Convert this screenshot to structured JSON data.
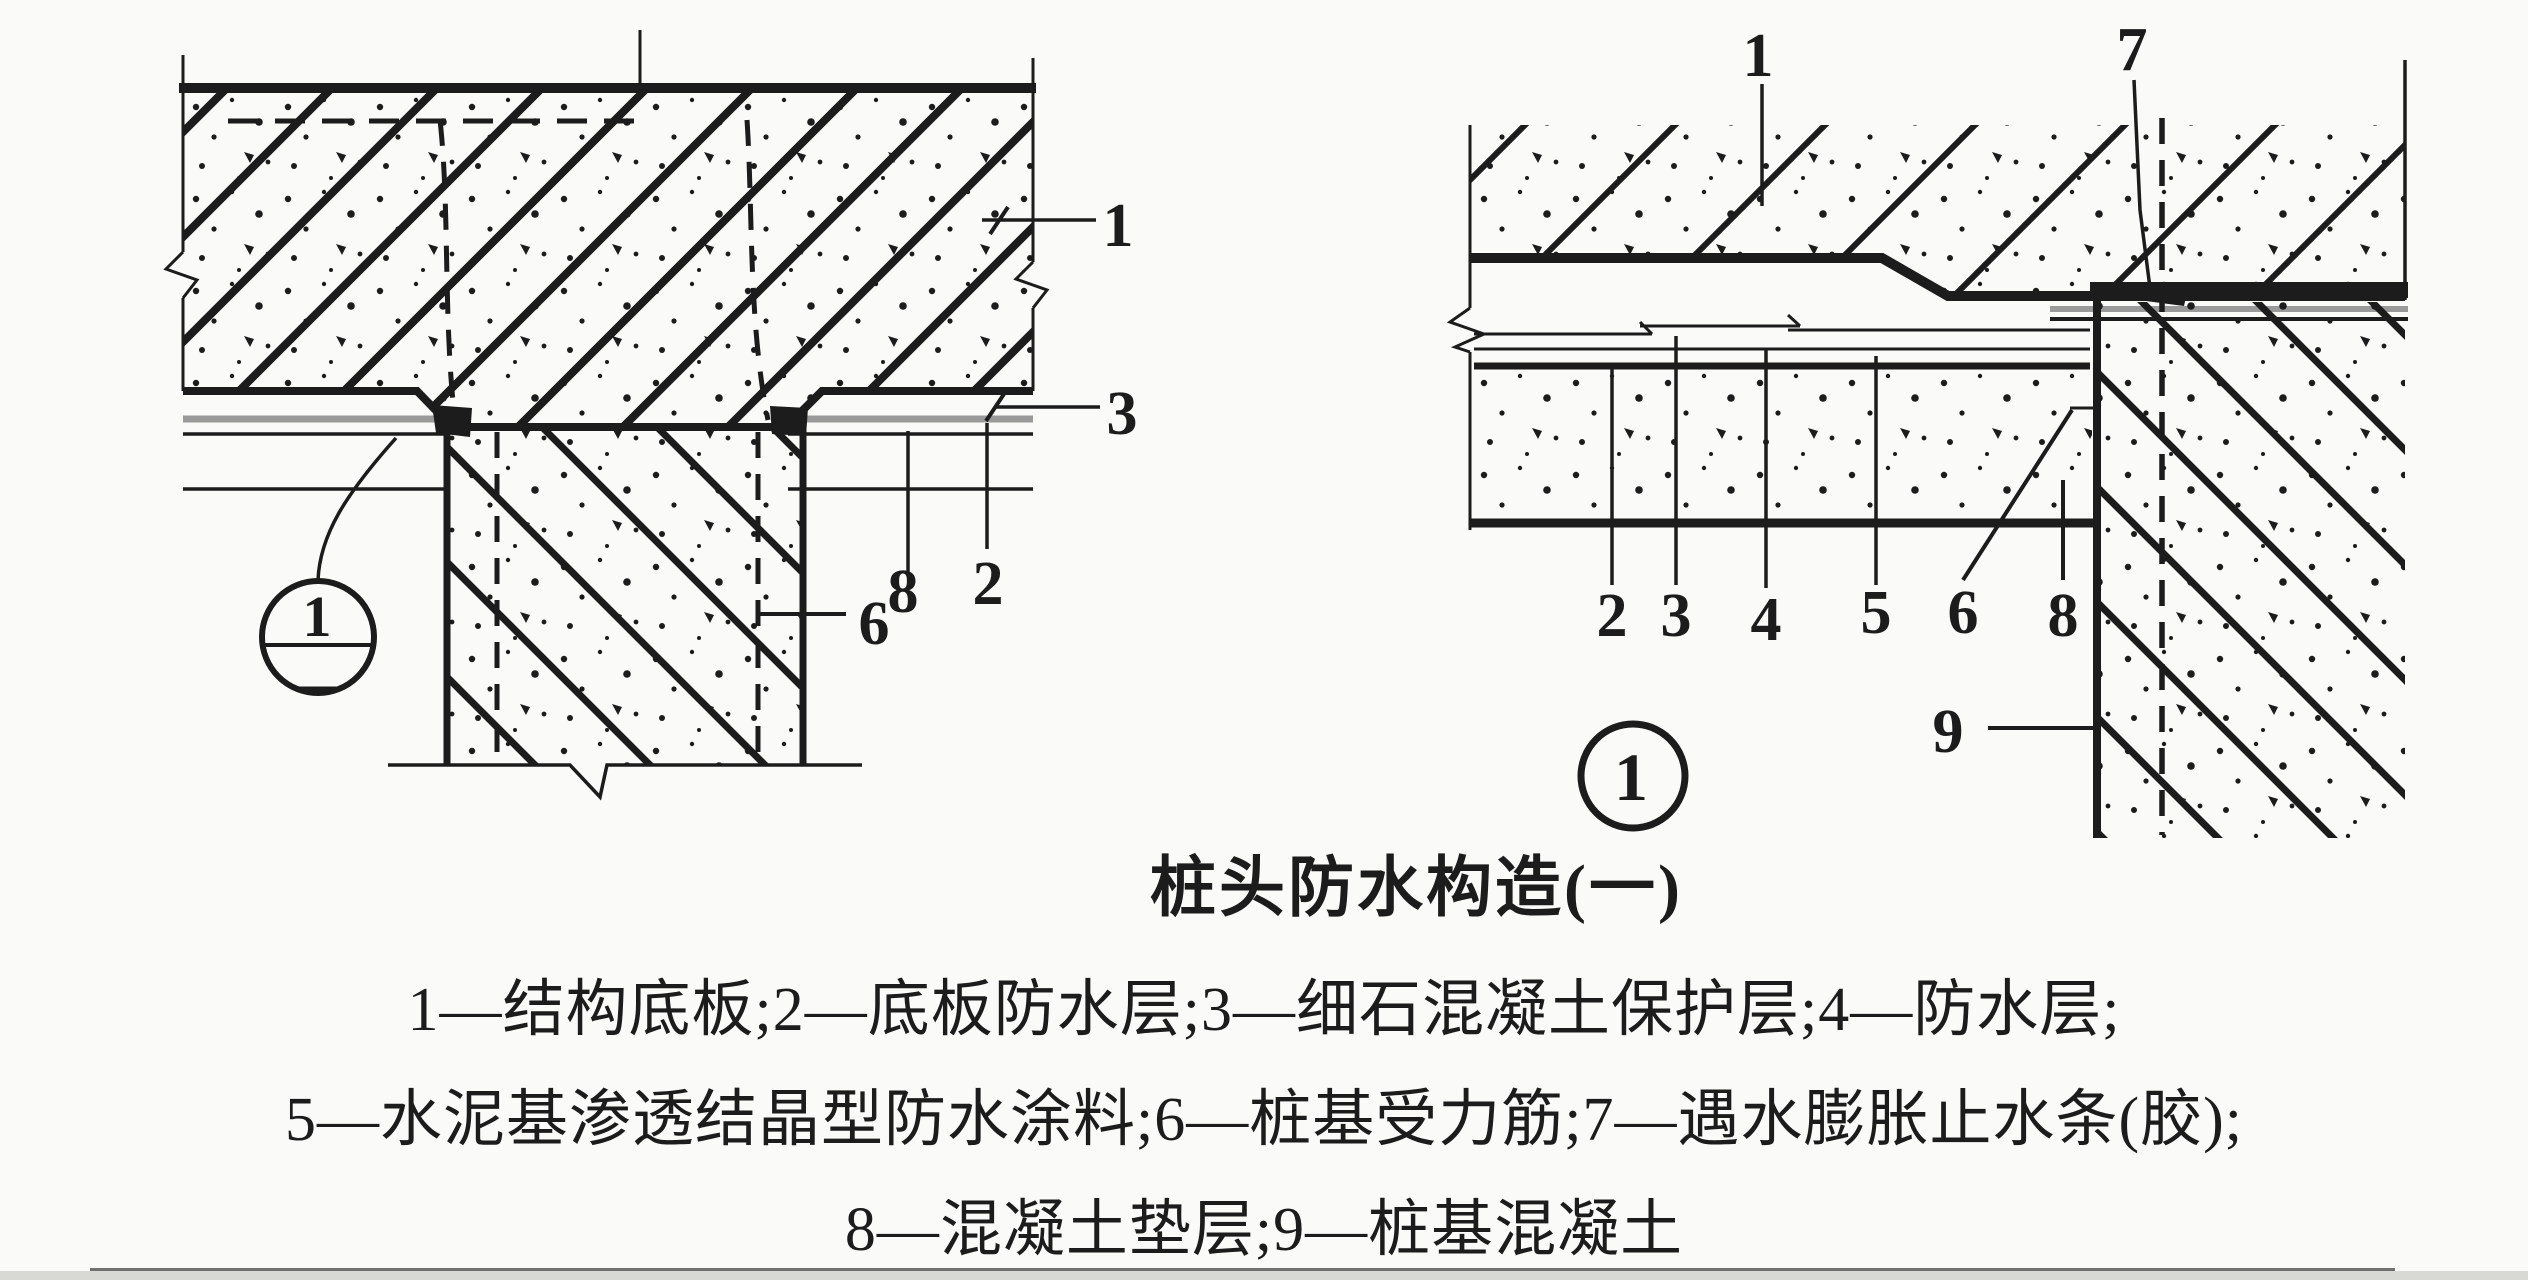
{
  "colors": {
    "ink": "#1c1c1c",
    "paper": "#fafaf8",
    "gray_line": "#9a9a9a",
    "footer_bar": "#d8d8d4",
    "footer_line": "#707070"
  },
  "title": "桩头防水构造(一)",
  "legend": {
    "line1": "1—结构底板;2—底板防水层;3—细石混凝土保护层;4—防水层;",
    "line2": "5—水泥基渗透结晶型防水涂料;6—桩基受力筋;7—遇水膨胀止水条(胶);",
    "line3": "8—混凝土垫层;9—桩基混凝土"
  },
  "left_view": {
    "detail_circle": {
      "number": "1",
      "sheet_dash": "—"
    },
    "callouts": {
      "n1": "1",
      "n2": "2",
      "n3": "3",
      "n6": "6",
      "n8": "8"
    }
  },
  "right_view": {
    "detail_circle": {
      "number": "1"
    },
    "callouts": {
      "n1": "1",
      "n2": "2",
      "n3": "3",
      "n4": "4",
      "n5": "5",
      "n6": "6",
      "n7": "7",
      "n8": "8",
      "n9": "9"
    }
  }
}
